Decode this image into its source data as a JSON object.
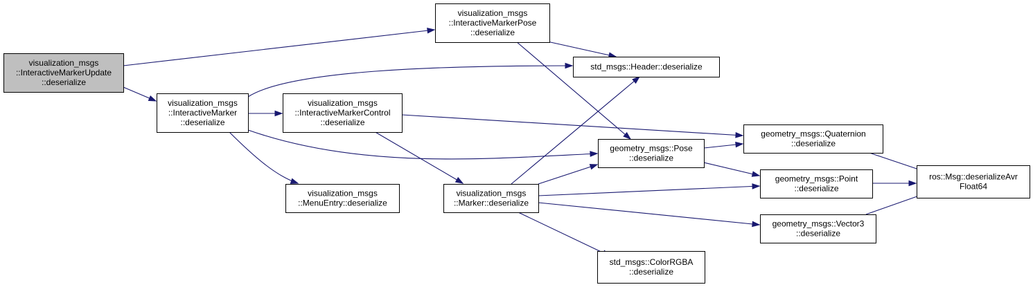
{
  "diagram": {
    "colors": {
      "edge": "#191970",
      "root_fill": "#bfbfbf",
      "node_fill": "#ffffff",
      "border": "#000000"
    },
    "nodes": [
      {
        "id": "imu",
        "root": true,
        "lines": [
          "visualization_msgs",
          "::InteractiveMarkerUpdate",
          "::deserialize"
        ]
      },
      {
        "id": "imp",
        "lines": [
          "visualization_msgs",
          "::InteractiveMarkerPose",
          "::deserialize"
        ]
      },
      {
        "id": "hdr",
        "lines": [
          "std_msgs::Header::deserialize"
        ]
      },
      {
        "id": "im",
        "lines": [
          "visualization_msgs",
          "::InteractiveMarker",
          "::deserialize"
        ]
      },
      {
        "id": "imc",
        "lines": [
          "visualization_msgs",
          "::InteractiveMarkerControl",
          "::deserialize"
        ]
      },
      {
        "id": "me",
        "lines": [
          "visualization_msgs",
          "::MenuEntry::deserialize"
        ]
      },
      {
        "id": "mk",
        "lines": [
          "visualization_msgs",
          "::Marker::deserialize"
        ]
      },
      {
        "id": "pose",
        "lines": [
          "geometry_msgs::Pose",
          "::deserialize"
        ]
      },
      {
        "id": "col",
        "lines": [
          "std_msgs::ColorRGBA",
          "::deserialize"
        ]
      },
      {
        "id": "quat",
        "lines": [
          "geometry_msgs::Quaternion",
          "::deserialize"
        ]
      },
      {
        "id": "pt",
        "lines": [
          "geometry_msgs::Point",
          "::deserialize"
        ]
      },
      {
        "id": "v3",
        "lines": [
          "geometry_msgs::Vector3",
          "::deserialize"
        ]
      },
      {
        "id": "ros",
        "lines": [
          "ros::Msg::deserializeAvr",
          "Float64"
        ]
      }
    ],
    "edges": [
      {
        "from": "imu",
        "to": "imp"
      },
      {
        "from": "imu",
        "to": "im"
      },
      {
        "from": "imp",
        "to": "hdr"
      },
      {
        "from": "imp",
        "to": "pose"
      },
      {
        "from": "im",
        "to": "hdr"
      },
      {
        "from": "im",
        "to": "imc"
      },
      {
        "from": "im",
        "to": "pose"
      },
      {
        "from": "im",
        "to": "me"
      },
      {
        "from": "imc",
        "to": "quat"
      },
      {
        "from": "imc",
        "to": "mk"
      },
      {
        "from": "mk",
        "to": "hdr"
      },
      {
        "from": "mk",
        "to": "pose"
      },
      {
        "from": "mk",
        "to": "pt"
      },
      {
        "from": "mk",
        "to": "v3"
      },
      {
        "from": "mk",
        "to": "col"
      },
      {
        "from": "pose",
        "to": "quat"
      },
      {
        "from": "pose",
        "to": "pt"
      },
      {
        "from": "quat",
        "to": "ros"
      },
      {
        "from": "pt",
        "to": "ros"
      },
      {
        "from": "v3",
        "to": "ros"
      }
    ]
  }
}
